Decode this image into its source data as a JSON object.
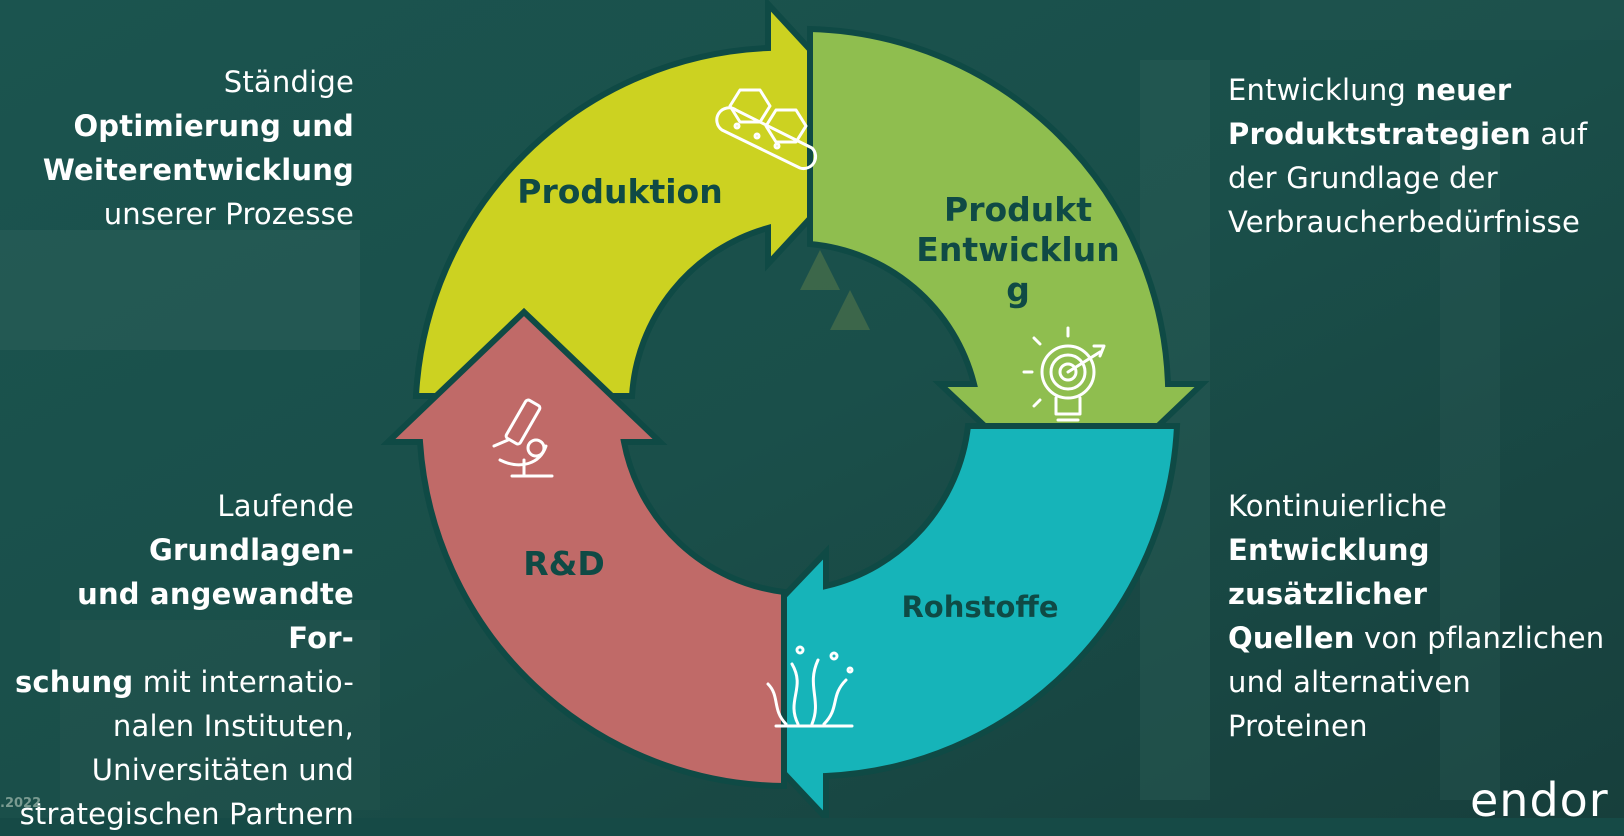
{
  "cycle": {
    "segments": [
      {
        "id": "produktion",
        "label": "Produktion",
        "color": "#ccd221",
        "icon": "conveyor-boxes-icon"
      },
      {
        "id": "produktentwicklung",
        "label_lines": [
          "Produkt",
          "Entwicklun",
          "g"
        ],
        "color": "#8fbe4f",
        "icon": "lightbulb-target-icon"
      },
      {
        "id": "rohstoffe",
        "label": "Rohstoffe",
        "color": "#16b4b9",
        "icon": "seaweed-icon"
      },
      {
        "id": "rnd",
        "label": "R&D",
        "color": "#c06a68",
        "icon": "microscope-icon"
      }
    ]
  },
  "blocks": {
    "top_left": [
      {
        "text": "Ständige",
        "bold": false
      },
      {
        "text": "Optimierung und",
        "bold": true
      },
      {
        "text": "Weiterentwicklung",
        "bold": true
      },
      {
        "text": "unserer Prozesse",
        "bold": false
      }
    ],
    "bottom_left": [
      [
        {
          "text": "Laufende ",
          "bold": false
        },
        {
          "text": "Grundlagen-",
          "bold": true
        }
      ],
      [
        {
          "text": "und angewandte For-",
          "bold": true
        }
      ],
      [
        {
          "text": "schung",
          "bold": true
        },
        {
          "text": " mit internatio-",
          "bold": false
        }
      ],
      [
        {
          "text": "nalen Instituten,",
          "bold": false
        }
      ],
      [
        {
          "text": "Universitäten und",
          "bold": false
        }
      ],
      [
        {
          "text": "strategischen Partnern",
          "bold": false
        }
      ]
    ],
    "top_right": [
      [
        {
          "text": "Entwicklung ",
          "bold": false
        },
        {
          "text": "neuer",
          "bold": true
        }
      ],
      [
        {
          "text": "Produktstrategien",
          "bold": true
        },
        {
          "text": " auf",
          "bold": false
        }
      ],
      [
        {
          "text": "der Grundlage der",
          "bold": false
        }
      ],
      [
        {
          "text": "Verbraucherbedürfnisse",
          "bold": false
        }
      ]
    ],
    "bottom_right": [
      [
        {
          "text": "Kontinuierliche",
          "bold": false
        }
      ],
      [
        {
          "text": "Entwicklung zusätzlicher",
          "bold": true
        }
      ],
      [
        {
          "text": "Quellen",
          "bold": true
        },
        {
          "text": " von pflanzlichen",
          "bold": false
        }
      ],
      [
        {
          "text": "und alternativen",
          "bold": false
        }
      ],
      [
        {
          "text": "Proteinen",
          "bold": false
        }
      ]
    ]
  },
  "footer": {
    "date_fragment": ".2022",
    "logo_text": "endor"
  }
}
